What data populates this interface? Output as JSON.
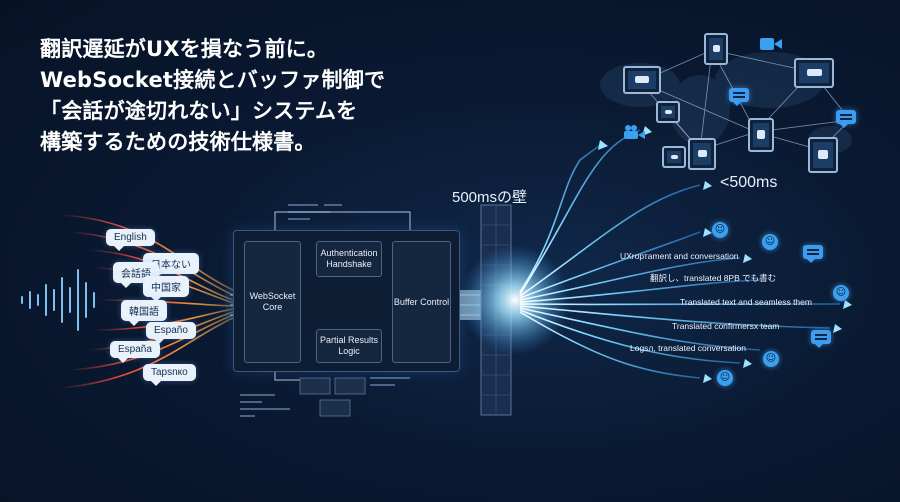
{
  "headline": {
    "line1": "翻訳遅延がUXを損なう前に。",
    "line2": "WebSocket接続とバッファ制御で",
    "line3": "「会話が途切れない」システムを",
    "line4": "構築するための技術仕様書。"
  },
  "languages": [
    "English",
    "日本ない",
    "会話語",
    "中国家",
    "韓国語",
    "Españo",
    "España",
    "Tapsnко"
  ],
  "core": {
    "websocket": "WebSocket Core",
    "auth": "Authentication Handshake",
    "buffer": "Buffer Control",
    "partial": "Partial Results Logic"
  },
  "wall_label": "500msの壁",
  "latency_label": "<500ms",
  "outputs": [
    "UXrортament and conversation",
    "翻訳し、translated 8PB でも書む",
    "Translated text and seamless them",
    "Translated confirmersx team",
    "Logsл, translated conversation"
  ],
  "colors": {
    "accent_blue": "#3aa0f0",
    "glow_cyan": "#7fd8ff",
    "warm_red": "#e5483a",
    "warm_orange": "#f0913a"
  }
}
